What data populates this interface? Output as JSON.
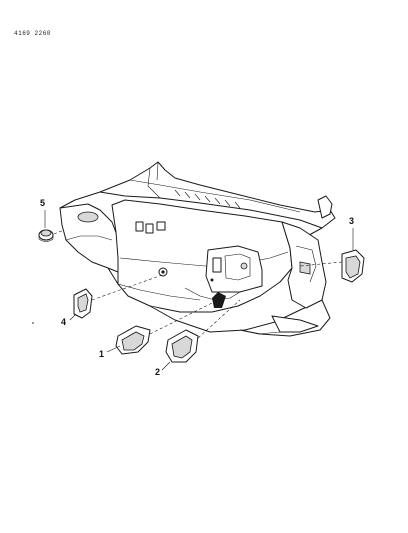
{
  "header": {
    "reference": "4169 2260"
  },
  "callouts": [
    {
      "number": "1"
    },
    {
      "number": "2"
    },
    {
      "number": "3"
    },
    {
      "number": "4"
    },
    {
      "number": "5"
    }
  ]
}
